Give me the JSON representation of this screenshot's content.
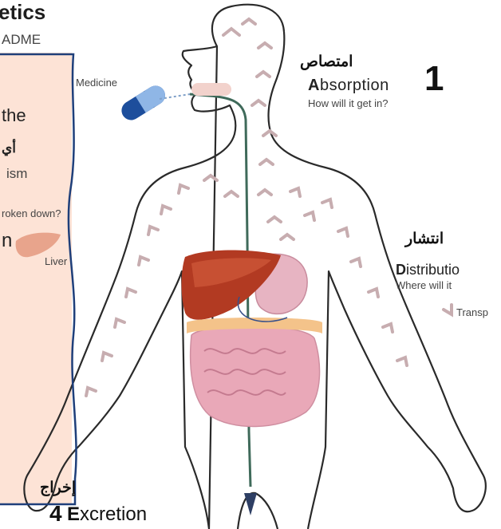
{
  "header": {
    "title": "etics",
    "subtitle": "ADME"
  },
  "labels": {
    "medicine": "Medicine",
    "liver": "Liver",
    "transport": "Transp"
  },
  "side_panel": {
    "line_the": "the",
    "arabic_fragment": "أي",
    "metabolism_fragment": "ism",
    "metabolism_question": "roken down?",
    "line_n": "n"
  },
  "absorption": {
    "number": "1",
    "arabic": "امتصاص",
    "initial": "A",
    "rest": "bsorption",
    "question": "How will it get in?"
  },
  "distribution": {
    "arabic": "انتشار",
    "initial": "D",
    "rest": "istributio",
    "question": "Where will it"
  },
  "excretion": {
    "number": "4",
    "arabic": "إخراج",
    "initial": "E",
    "rest": "xcretion"
  },
  "colors": {
    "panel": "#fde3d6",
    "panel_border": "#1f3f7a",
    "arrow": "#c7adb0",
    "liver": "#b23a22",
    "intestine": "#e9a8b8",
    "capsule": "#1d4e9c"
  }
}
